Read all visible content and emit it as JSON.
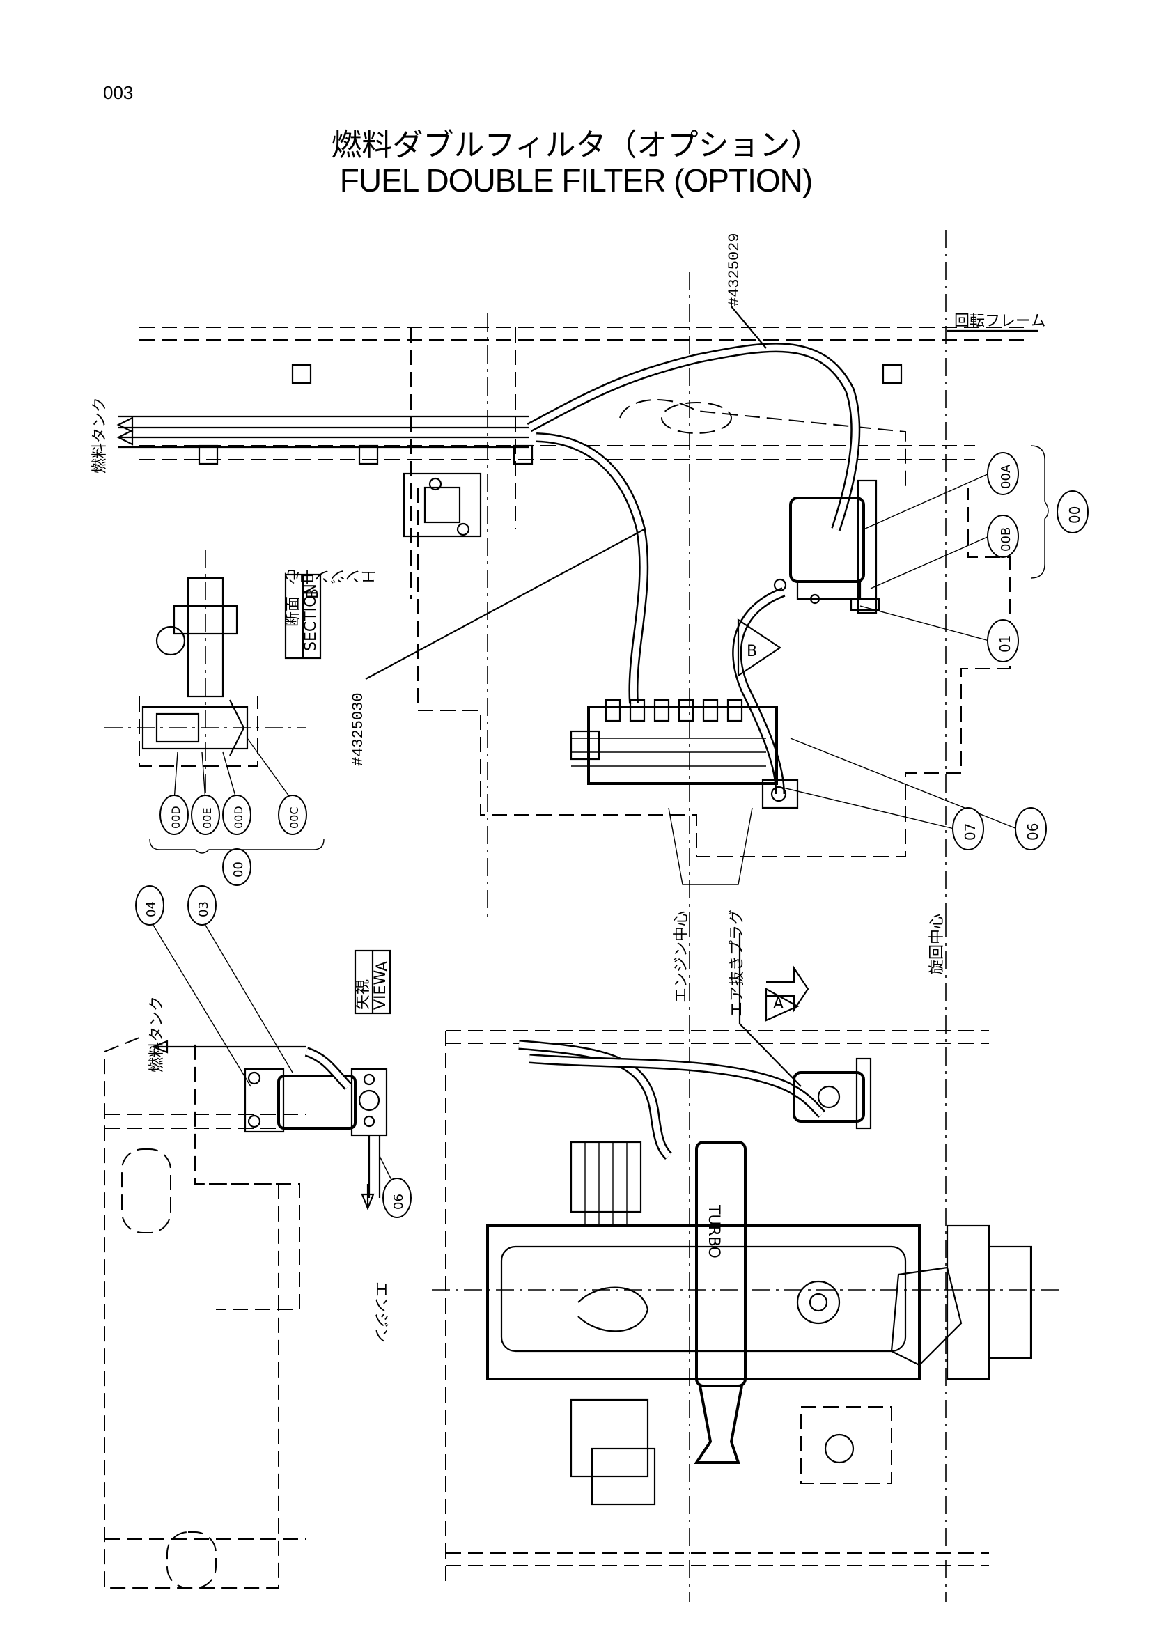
{
  "page_number": "003",
  "title_jp": "燃料ダブルフィルタ（オプション）",
  "title_en": "FUEL DOUBLE FILTER (OPTION)",
  "part_numbers": {
    "hose_upper": "#4325029",
    "hose_lower": "#4325030"
  },
  "annotations": {
    "fuel_tank_left": "燃料タンク",
    "fuel_tank_view": "燃料タンク",
    "engine_dir": "エンジン",
    "engine_center_top": "エンジン中心",
    "engine_center_side": "エンジン中心",
    "swing_center": "旋回中心",
    "air_bleed_plug": "エア抜きプラグ",
    "frame_top": "回転フレーム",
    "turbo": "TURBO"
  },
  "section_labels": {
    "section_b": {
      "jp": "断面",
      "en": "SECTION",
      "letter": "B"
    },
    "view_a": {
      "jp": "矢視",
      "en": "VIEW",
      "letter": "A"
    }
  },
  "view_arrows": {
    "a": "A",
    "b": "B"
  },
  "callouts": {
    "c00_main": "00",
    "c00a": "00A",
    "c00b": "00B",
    "c01": "01",
    "c06": "06",
    "c07": "07",
    "c00_section": "00",
    "c00c": "00C",
    "c00d_1": "00D",
    "c00e": "00E",
    "c00d_2": "00D",
    "c03": "03",
    "c04": "04",
    "c06_view": "06"
  }
}
